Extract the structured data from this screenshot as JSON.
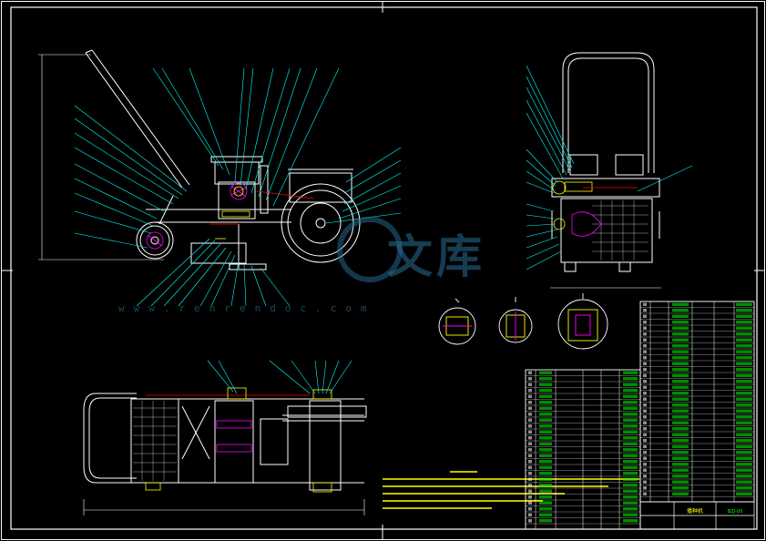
{
  "drawing": {
    "watermark_text": "文库",
    "watermark_url": "www.renrendoc.com",
    "title_cell": "播种机",
    "drawing_number": "BZJ-00"
  },
  "colors": {
    "background": "#000000",
    "frame": "#ffffff",
    "geometry": "#ffffff",
    "leaders": "#00ffff",
    "hatch": "#ff00ff",
    "notes": "#ffff00",
    "table_green": "#00ff00",
    "dimension": "#ff0000"
  }
}
